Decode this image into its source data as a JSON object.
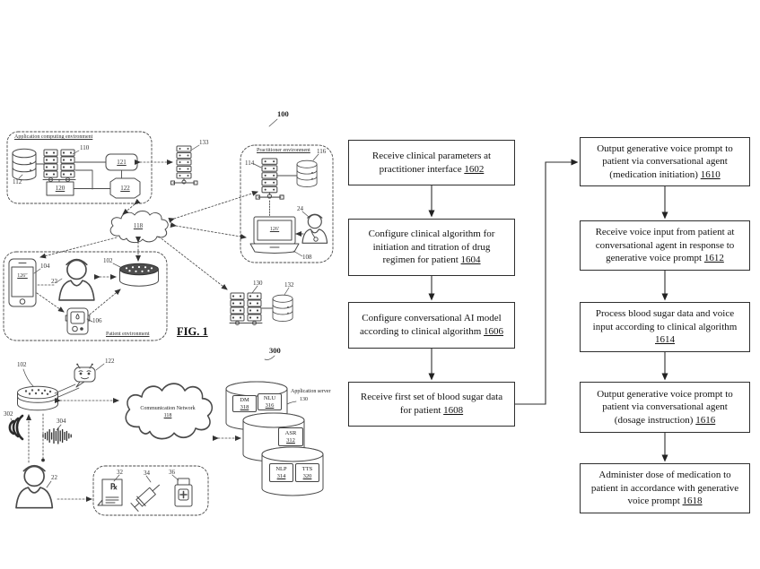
{
  "fig1": {
    "ref": "100",
    "caption": "FIG. 1",
    "app_env": {
      "title": "Application computing environment",
      "db": "112",
      "rack": "110",
      "box_a": "121",
      "box_b": "120",
      "box_c": "122"
    },
    "ext_rack": "133",
    "cloud": "118",
    "practitioner": {
      "title": "Practitioner environment",
      "rack": "114",
      "db": "116",
      "clinician": "24",
      "laptop": "108",
      "screen": "126′"
    },
    "patient": {
      "title": "Patient environment",
      "phone": "104",
      "phone_screen": "126″",
      "person": "22",
      "speaker": "102",
      "meter": "106"
    },
    "rack2": "130",
    "db2": "132"
  },
  "fig3": {
    "ref": "300",
    "speaker": "102",
    "bot": "122",
    "sound": "302",
    "wave": "304",
    "cloud_line1": "Communication Network",
    "cloud_line2": "118",
    "server_label": "Application server",
    "server_ref": "130",
    "modules": [
      {
        "name": "DM",
        "ref": "318"
      },
      {
        "name": "NLU",
        "ref": "316"
      },
      {
        "name": "ASR",
        "ref": "312"
      },
      {
        "name": "NLP",
        "ref": "314"
      },
      {
        "name": "TTS",
        "ref": "320"
      }
    ],
    "person": "22",
    "rx": "32",
    "rx_glyph": "℞",
    "syringe": "34",
    "bottle": "36"
  },
  "flow_left": {
    "steps": [
      {
        "text": "Receive clinical parameters at practitioner interface",
        "ref": "1602"
      },
      {
        "text": "Configure clinical algorithm for initiation and titration of drug regimen for patient",
        "ref": "1604"
      },
      {
        "text": "Configure conversational AI model according to clinical algorithm",
        "ref": "1606"
      },
      {
        "text": "Receive first set of blood sugar data for patient",
        "ref": "1608"
      }
    ]
  },
  "flow_right": {
    "steps": [
      {
        "text": "Output generative voice prompt to patient via conversational agent (medication initiation)",
        "ref": "1610"
      },
      {
        "text": "Receive voice input from patient at conversational agent in response to generative voice prompt",
        "ref": "1612"
      },
      {
        "text": "Process blood sugar data and voice input according to clinical algorithm",
        "ref": "1614"
      },
      {
        "text": "Output generative voice prompt to patient via conversational agent (dosage instruction)",
        "ref": "1616"
      },
      {
        "text": "Administer dose of medication to patient in accordance with generative voice prompt",
        "ref": "1618"
      }
    ]
  }
}
